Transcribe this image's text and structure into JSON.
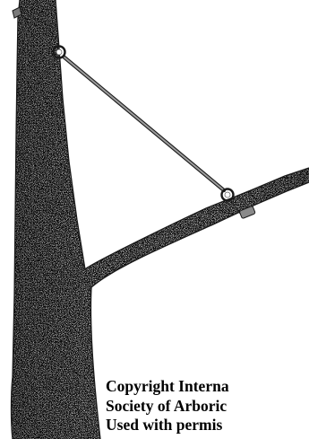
{
  "caption": {
    "line1": "Copyright Interna",
    "line2": "Society of Arboric",
    "line3": "Used with permis"
  },
  "colors": {
    "background": "#ffffff",
    "ink": "#1a1a1a",
    "caption_text": "#000000"
  },
  "illustration": {
    "subject": "tree trunk and branch with a cable and eye-bolt brace",
    "icons": [
      "tree-trunk",
      "branch",
      "brace-cable",
      "eye-bolt",
      "lag-bolt"
    ]
  }
}
